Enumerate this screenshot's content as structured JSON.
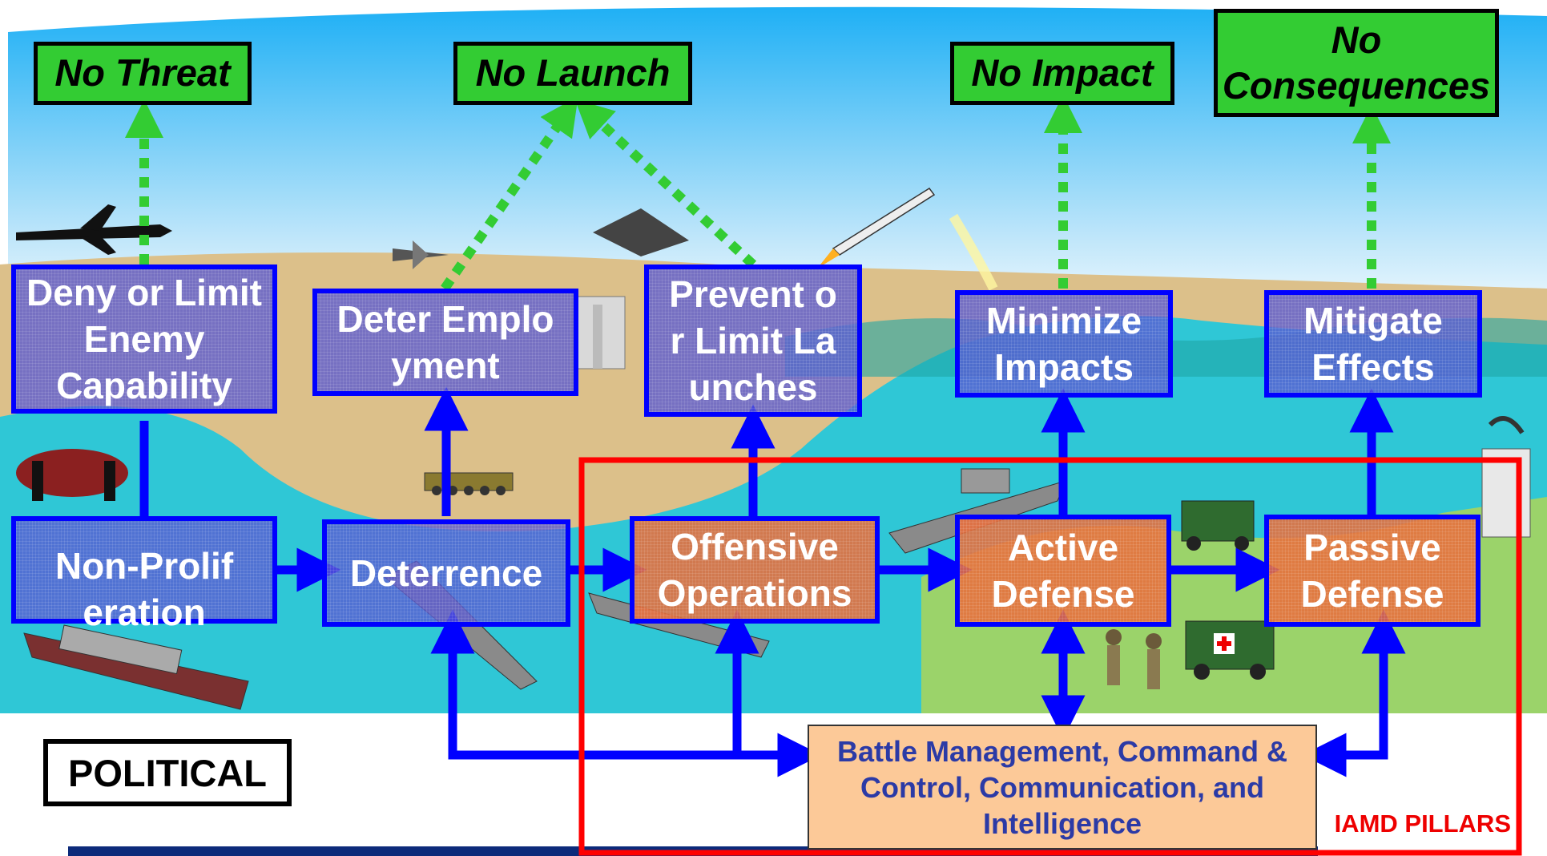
{
  "outcomes": {
    "no_threat": "No Threat",
    "no_launch": "No Launch",
    "no_impact": "No Impact",
    "no_consequences": "No Consequences"
  },
  "objectives": {
    "deny": "Deny or Limit Enemy Capability",
    "deter_employment": "Deter Employment",
    "prevent_launches": "Prevent or Limit Launches",
    "minimize_impacts": "Minimize Impacts",
    "mitigate_effects": "Mitigate Effects"
  },
  "pillars": {
    "non_proliferation": "Non-Proliferation",
    "deterrence": "Deterrence",
    "offensive_operations": "Offensive Operations",
    "active_defense": "Active Defense",
    "passive_defense": "Passive Defense"
  },
  "labels": {
    "political": "POLITICAL",
    "bmc": "Battle Management, Command & Control, Communication, and Intelligence",
    "iamd_pillars": "IAMD PILLARS"
  },
  "colors": {
    "sky": "#3ab8f2",
    "land": "#dcc08a",
    "water": "#2fc7d6",
    "grass": "#9bd36a",
    "outcome_green": "#33cc33",
    "arrow_blue": "#0000ff",
    "dotted_green": "#33cc33",
    "pillar_frame": "#ff0000",
    "bmc_fill": "#fcc998"
  }
}
